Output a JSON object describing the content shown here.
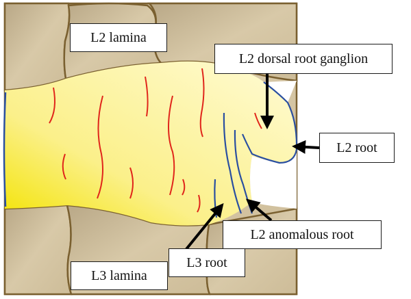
{
  "labels": {
    "l2_lamina": "L2 lamina",
    "l2_drg": "L2 dorsal root ganglion",
    "l2_root": "L2 root",
    "l2_anomalous_root": "L2 anomalous root",
    "l3_root": "L3 root",
    "l3_lamina": "L3 lamina"
  },
  "colors": {
    "bone_fill": "#d8c9a8",
    "bone_outline": "#7a6030",
    "dura_light": "#fffbd6",
    "dura_dark": "#f3e300",
    "vessel": "#e0251b",
    "nerve": "#2a4fa0",
    "arrow": "#000000"
  }
}
